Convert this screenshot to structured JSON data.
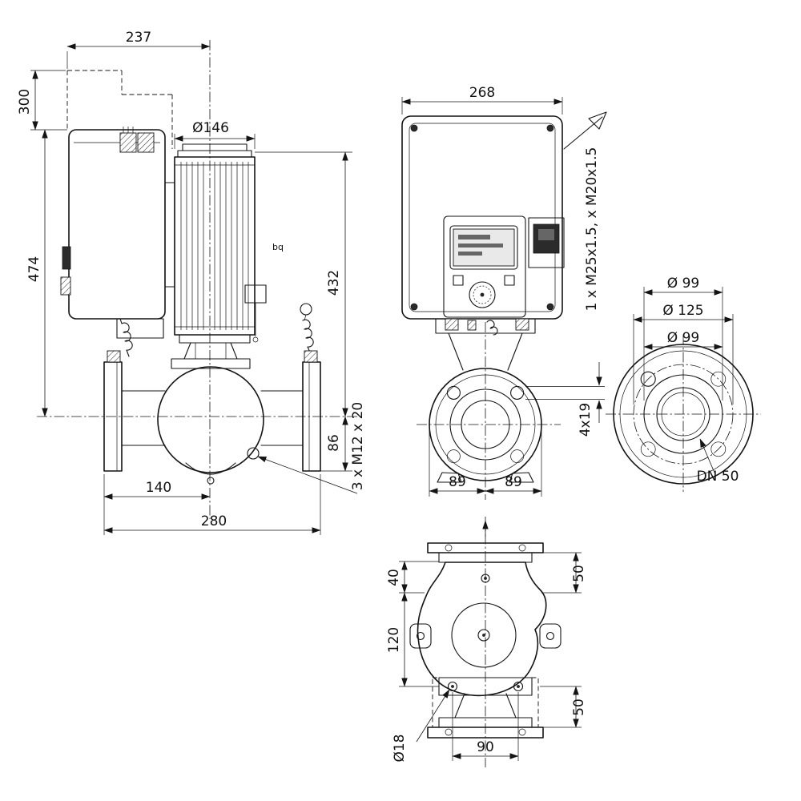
{
  "colors": {
    "ink": "#141414",
    "background": "#ffffff"
  },
  "side": {
    "d237": "237",
    "d300": "300",
    "dia146": "Ø146",
    "d474": "474",
    "d432": "432",
    "d86": "86",
    "d140": "140",
    "d280": "280",
    "bolts": "3 x M12 x 20",
    "port": "bq"
  },
  "front": {
    "d268": "268",
    "glands": "1 x M25x1.5, x M20x1.5",
    "slot": "4x19",
    "d89l": "89",
    "d89r": "89"
  },
  "flange": {
    "dia99a": "Ø 99",
    "dia125": "Ø 125",
    "dia99b": "Ø 99",
    "dn": "DN 50"
  },
  "top": {
    "d50a": "50",
    "d40": "40",
    "d120": "120",
    "d50b": "50",
    "dia18": "Ø18",
    "d90": "90"
  }
}
